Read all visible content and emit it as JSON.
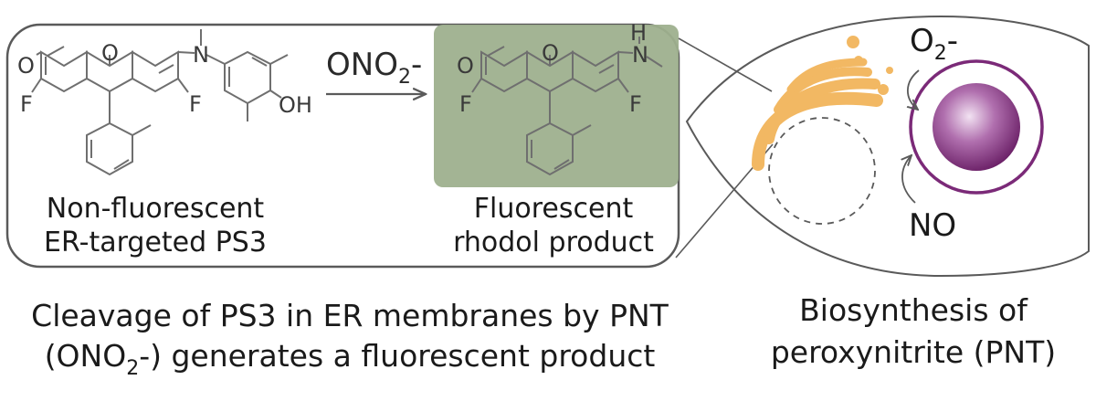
{
  "reaction": {
    "reagent_main": "ONO",
    "reagent_sub": "2",
    "reagent_charge": "-"
  },
  "molecule_left": {
    "atoms": {
      "o_ketone": "O",
      "o_ring": "O",
      "n": "N",
      "f1": "F",
      "f2": "F",
      "oh": "OH"
    },
    "caption": [
      "Non-fluorescent",
      "ER-targeted PS3"
    ]
  },
  "molecule_right": {
    "atoms": {
      "o_ketone": "O",
      "o_ring": "O",
      "h": "H",
      "n": "N",
      "f1": "F",
      "f2": "F"
    },
    "caption": [
      "Fluorescent",
      "rhodol product"
    ]
  },
  "cell": {
    "superoxide_main": "O",
    "superoxide_sub": "2",
    "superoxide_charge": "-",
    "nitric_oxide": "NO"
  },
  "bottom_left_caption": {
    "line1": "Cleavage of PS3 in ER membranes by PNT",
    "line2_open": "(ONO",
    "line2_sub": "2",
    "line2_rest": "-) generates a fluorescent product"
  },
  "bottom_right_caption": {
    "line1": "Biosynthesis of",
    "line2": "peroxynitrite (PNT)"
  },
  "colors": {
    "line": "#5a5a5a",
    "highlight": "#9eb08e",
    "golgi": "#f2b863",
    "nucleus_ring": "#7b2a78",
    "nucleus_fill": "#8e3a8a"
  }
}
